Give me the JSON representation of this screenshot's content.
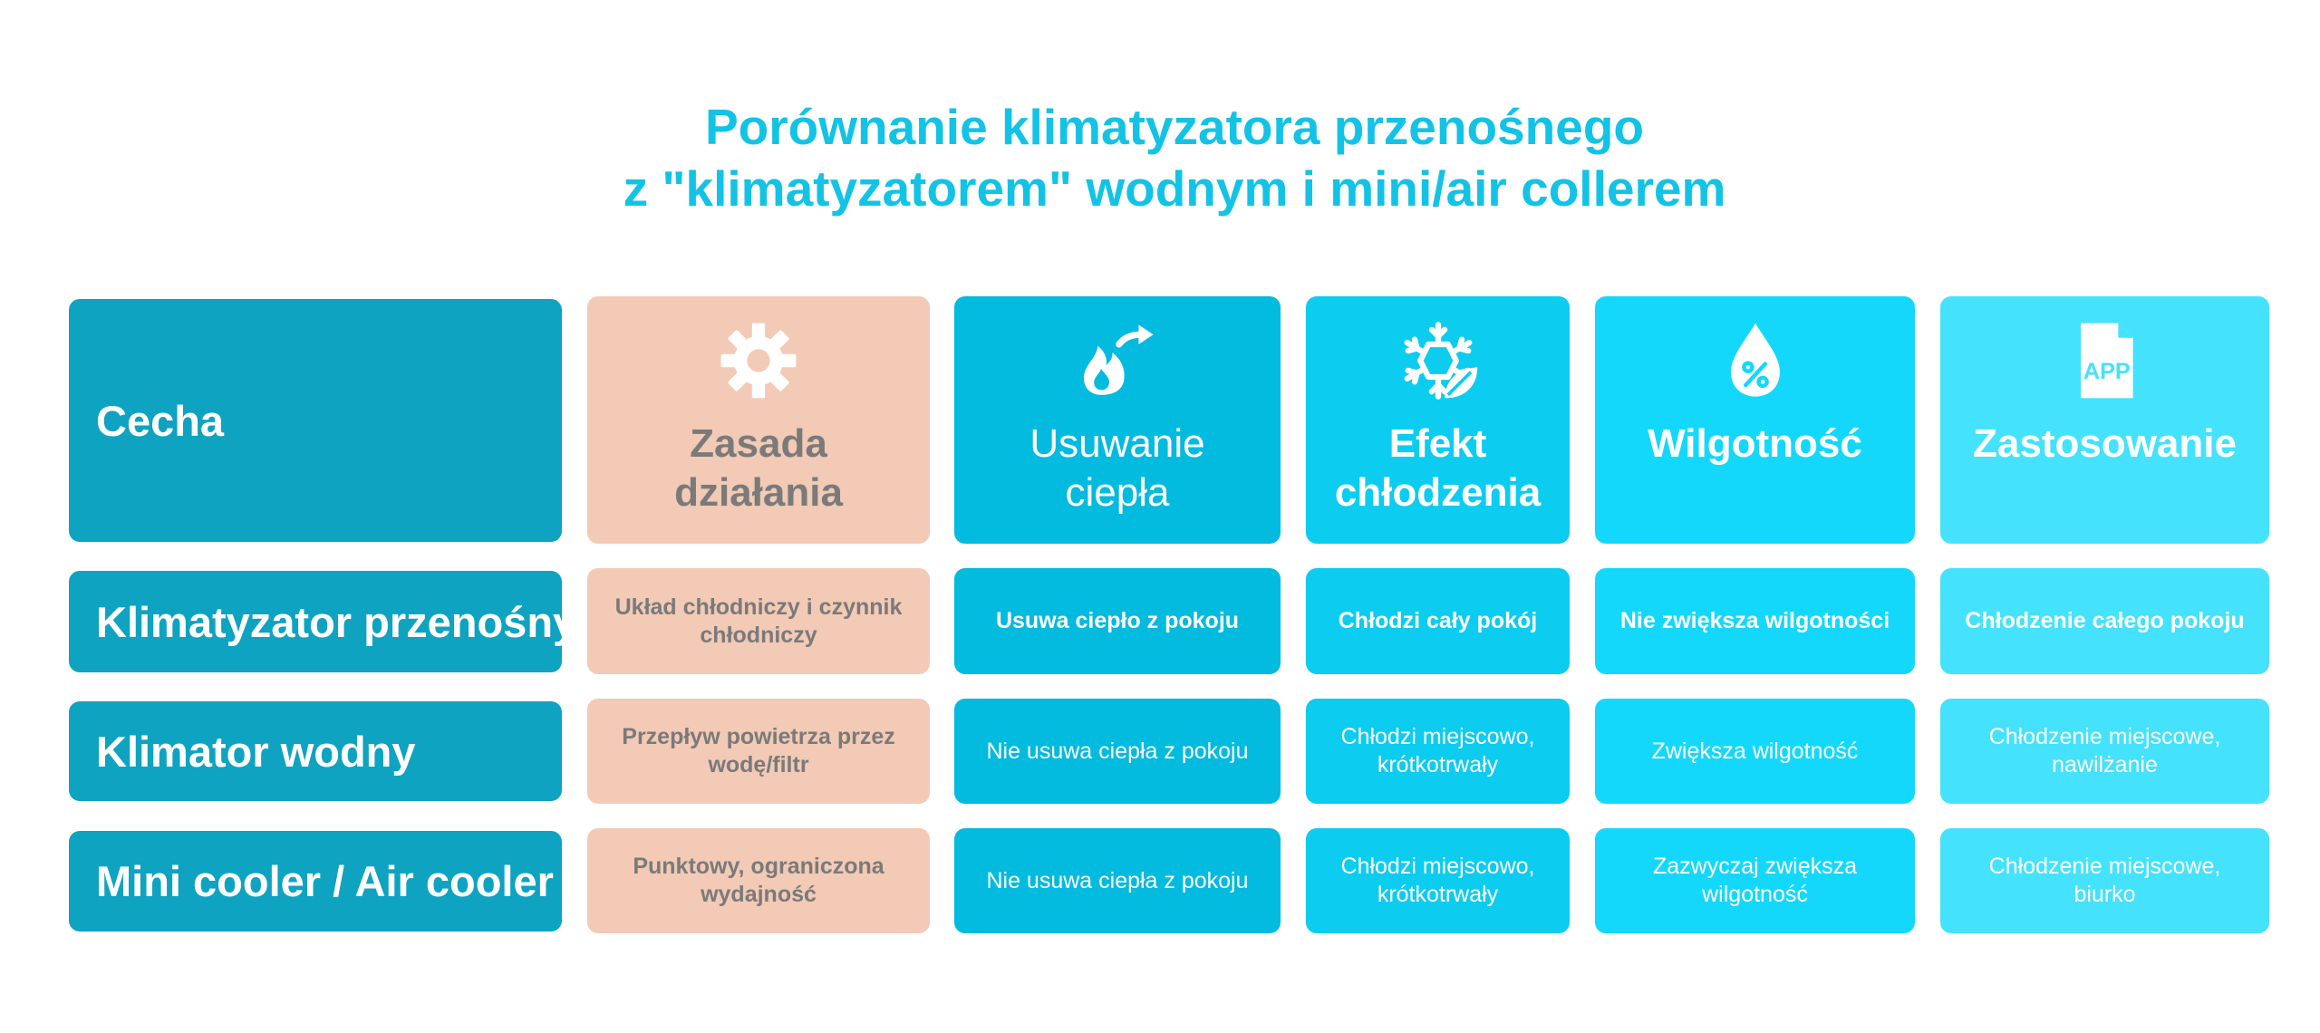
{
  "title": {
    "line1": "Porównanie klimatyzatora przenośnego",
    "line2": "z \"klimatyzatorem\" wodnym i mini/air collerem"
  },
  "header_row_label": "Cecha",
  "columns": [
    {
      "label_line1": "Zasada",
      "label_line2": "działania",
      "icon": "gear-icon"
    },
    {
      "label_line1": "Usuwanie",
      "label_line2": "ciepła",
      "icon": "fire-arrow-icon"
    },
    {
      "label_line1": "Efekt",
      "label_line2": "chłodzenia",
      "icon": "snowflake-leaf-icon"
    },
    {
      "label_line1": "Wilgotność",
      "label_line2": "",
      "icon": "humidity-drop-icon"
    },
    {
      "label_line1": "Zastosowanie",
      "label_line2": "",
      "icon": "app-file-icon"
    }
  ],
  "rows": [
    {
      "label": "Klimatyzator przenośny",
      "cells": [
        {
          "l1": "Układ chłodniczy i czynnik",
          "l2": "chłodniczy"
        },
        {
          "l1": "Usuwa ciepło z pokoju",
          "l2": ""
        },
        {
          "l1": "Chłodzi cały pokój",
          "l2": ""
        },
        {
          "l1": "Nie zwiększa wilgotności",
          "l2": ""
        },
        {
          "l1": "Chłodzenie całego pokoju",
          "l2": ""
        }
      ]
    },
    {
      "label": "Klimator wodny",
      "cells": [
        {
          "l1": "Przepływ powietrza przez",
          "l2": "wodę/filtr"
        },
        {
          "l1": "Nie usuwa ciepła z pokoju",
          "l2": ""
        },
        {
          "l1": "Chłodzi miejscowo,",
          "l2": "krótkotrwały"
        },
        {
          "l1": "Zwiększa wilgotność",
          "l2": ""
        },
        {
          "l1": "Chłodzenie miejscowe,",
          "l2": "nawilżanie"
        }
      ]
    },
    {
      "label": "Mini cooler / Air cooler",
      "cells": [
        {
          "l1": "Punktowy, ograniczona",
          "l2": "wydajność"
        },
        {
          "l1": "Nie usuwa ciepła z pokoju",
          "l2": ""
        },
        {
          "l1": "Chłodzi miejscowo,",
          "l2": "krótkotrwały"
        },
        {
          "l1": "Zazwyczaj zwiększa",
          "l2": "wilgotność"
        },
        {
          "l1": "Chłodzenie miejscowe,",
          "l2": "biurko"
        }
      ]
    }
  ],
  "colors": {
    "title": "#12c3e6",
    "row_header": "#0ea3c0",
    "col_zasada": "#f2cab5",
    "col_usuwanie": "#03badf",
    "col_efekt": "#0cccf0",
    "col_wilgotnosc": "#14d8fb",
    "col_zastosowanie": "#44e2fc"
  }
}
